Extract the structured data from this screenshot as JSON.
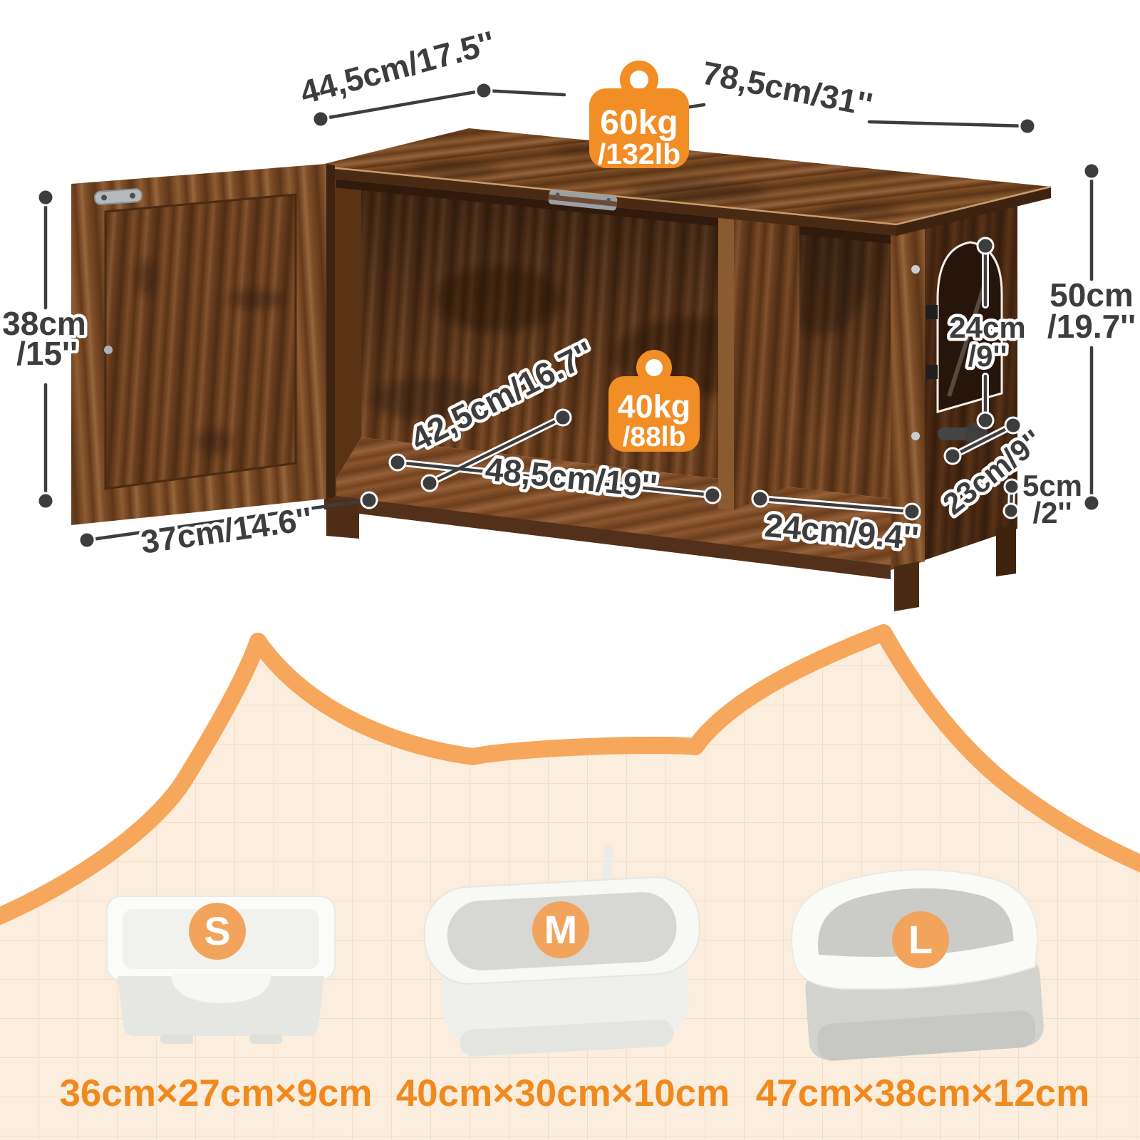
{
  "diagram": {
    "dimensions": {
      "top_depth": "44,5cm/17.5''",
      "top_width": "78,5cm/31''",
      "door_height_line1": "38cm",
      "door_height_line2": "/15''",
      "overall_height_line1": "50cm",
      "overall_height_line2": "/19.7''",
      "cat_door_height_line1": "24cm",
      "cat_door_height_line2": "/9''",
      "side_door_width": "23cm/9''",
      "leg_height_line1": "5cm",
      "leg_height_line2": "/2''",
      "inner_depth": "42,5cm/16.7''",
      "inner_width": "48,5cm/19''",
      "right_compartment_width": "24cm/9.4''",
      "front_door_width": "37cm/14.6''"
    },
    "weight_badges": {
      "tabletop": {
        "kg": "60kg",
        "lb": "/132lb"
      },
      "shelf": {
        "kg": "40kg",
        "lb": "/88lb"
      }
    }
  },
  "size_guide": {
    "items": [
      {
        "label": "S",
        "dims": "36cm×27cm×9cm"
      },
      {
        "label": "M",
        "dims": "40cm×30cm×10cm"
      },
      {
        "label": "L",
        "dims": "47cm×38cm×12cm"
      }
    ]
  },
  "colors": {
    "accent_orange": "#F18E26",
    "outline_orange": "#F7A75C",
    "panel_fill": "#FBEEDE",
    "grid_line": "#F6DCC2",
    "dimension_text": "#3D3D3D",
    "size_text": "#F08A1E",
    "wood_dark": "#4A2A13",
    "wood_mid": "#7B4A24"
  }
}
